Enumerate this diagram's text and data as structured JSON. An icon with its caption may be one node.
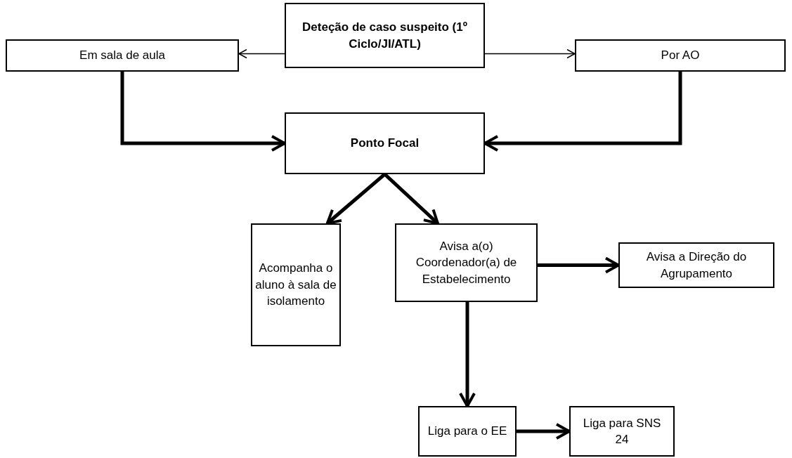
{
  "diagram": {
    "nodes": [
      {
        "text": [
          "Deteção de caso suspeito (1º Ciclo/JI/ATL)"
        ]
      },
      {
        "text": [
          "Em sala de aula"
        ]
      },
      {
        "text": [
          "Por AO"
        ]
      },
      {
        "text": [
          "Ponto Focal"
        ]
      },
      {
        "text": [
          "Acompanha o aluno à sala de isolamento"
        ]
      },
      {
        "text": [
          "Avisa a(o) Coordenador(a) de Estabelecimento"
        ]
      },
      {
        "text": [
          "Avisa a Direção do Agrupamento"
        ]
      },
      {
        "text": [
          "Liga para o EE"
        ]
      },
      {
        "text": [
          "Liga para SNS 24"
        ]
      }
    ],
    "edges": [
      {
        "from": 0,
        "to": 1,
        "arrow": "to"
      },
      {
        "from": 0,
        "to": 2,
        "arrow": "to"
      },
      {
        "from": 1,
        "to": 3,
        "arrow": "to"
      },
      {
        "from": 2,
        "to": 3,
        "arrow": "to"
      },
      {
        "from": 3,
        "to": 4,
        "arrow": "to"
      },
      {
        "from": 3,
        "to": 5,
        "arrow": "to"
      },
      {
        "from": 5,
        "to": 6,
        "arrow": "to"
      },
      {
        "from": 5,
        "to": 7,
        "arrow": "to"
      },
      {
        "from": 7,
        "to": 8,
        "arrow": "to"
      }
    ]
  }
}
